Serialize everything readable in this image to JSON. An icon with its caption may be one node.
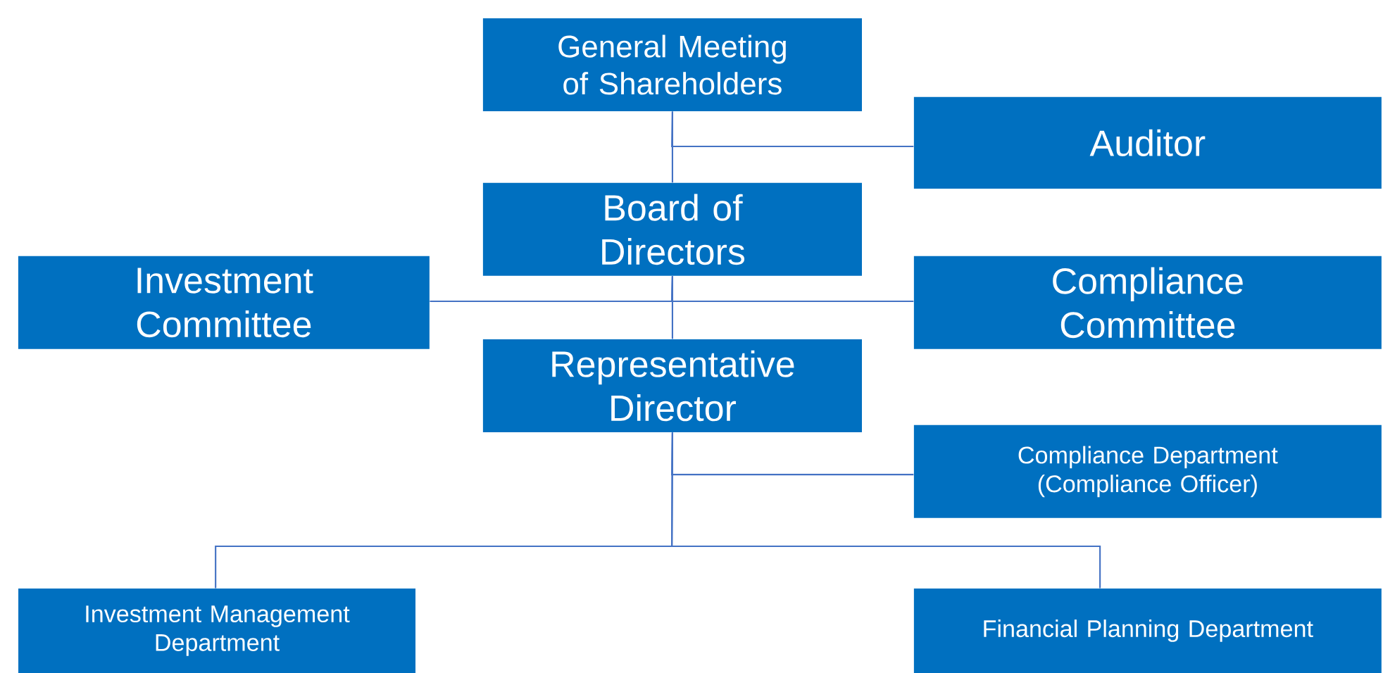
{
  "diagram": {
    "nodes": [
      {
        "text": [
          "General Meeting of Shareholders"
        ]
      },
      {
        "text": [
          "Auditor"
        ]
      },
      {
        "text": [
          "Board of Directors"
        ]
      },
      {
        "text": [
          "Investment Committee"
        ]
      },
      {
        "text": [
          "Compliance Committee"
        ]
      },
      {
        "text": [
          "Representative Director"
        ]
      },
      {
        "text": [
          "Compliance Department (Compliance Officer)"
        ]
      },
      {
        "text": [
          "Investment Management Department"
        ]
      },
      {
        "text": [
          "Financial Planning Department"
        ]
      }
    ],
    "edges": [
      {
        "from": 0,
        "to": 2,
        "arrow": "none"
      },
      {
        "from": 0,
        "to": 1,
        "arrow": "none"
      },
      {
        "from": 2,
        "to": 5,
        "arrow": "none"
      },
      {
        "from": 2,
        "to": 3,
        "arrow": "none"
      },
      {
        "from": 2,
        "to": 4,
        "arrow": "none"
      },
      {
        "from": 5,
        "to": 6,
        "arrow": "none"
      },
      {
        "from": 5,
        "to": 7,
        "arrow": "none"
      },
      {
        "from": 5,
        "to": 8,
        "arrow": "none"
      }
    ]
  }
}
